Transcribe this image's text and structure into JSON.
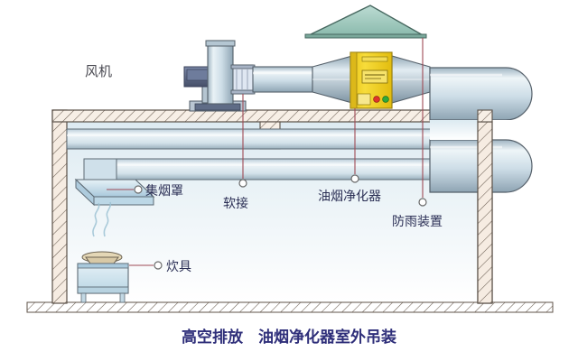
{
  "diagram": {
    "caption": "高空排放　油烟净化器室外吊装",
    "caption_color": "#2f2f7a",
    "background": "#ffffff"
  },
  "labels": {
    "fan": "风机",
    "hood": "集烟罩",
    "flex_connector": "软接",
    "purifier": "油烟净化器",
    "rain_device": "防雨装置",
    "stove": "炊具"
  },
  "colors": {
    "duct_fill": "#cfe0ea",
    "duct_edge": "#55606a",
    "wall_hatch": "#f2e6da",
    "wall_edge": "#5a5048",
    "purifier_body": "#f2d02a",
    "purifier_edge": "#9c8310",
    "rain_cap": "#9fc8bd",
    "rain_cap_edge": "#4a6a62",
    "leader_red": "#9e4a55",
    "leader_gray": "#8a8a8a",
    "label_text": "#2b2f55",
    "fan_motor": "#5a6480",
    "indicator_red": "#e0342b",
    "indicator_green": "#2faa3a",
    "stove_body": "#cfe3ec",
    "steam": "#bcd6e2"
  },
  "components": {
    "fan_unit": "roof-mounted centrifugal fan",
    "vertical_duct": "fan discharge riser",
    "flex_connector": "bellows flexible joint",
    "transition_cone": "round-to-rectangular reducer",
    "purifier_unit": "electrostatic fume purifier",
    "rain_cap": "pyramidal rain hood",
    "u_bend_duct": "exterior return duct",
    "hood": "smoke collection hood",
    "stove": "cooking range with wok"
  }
}
